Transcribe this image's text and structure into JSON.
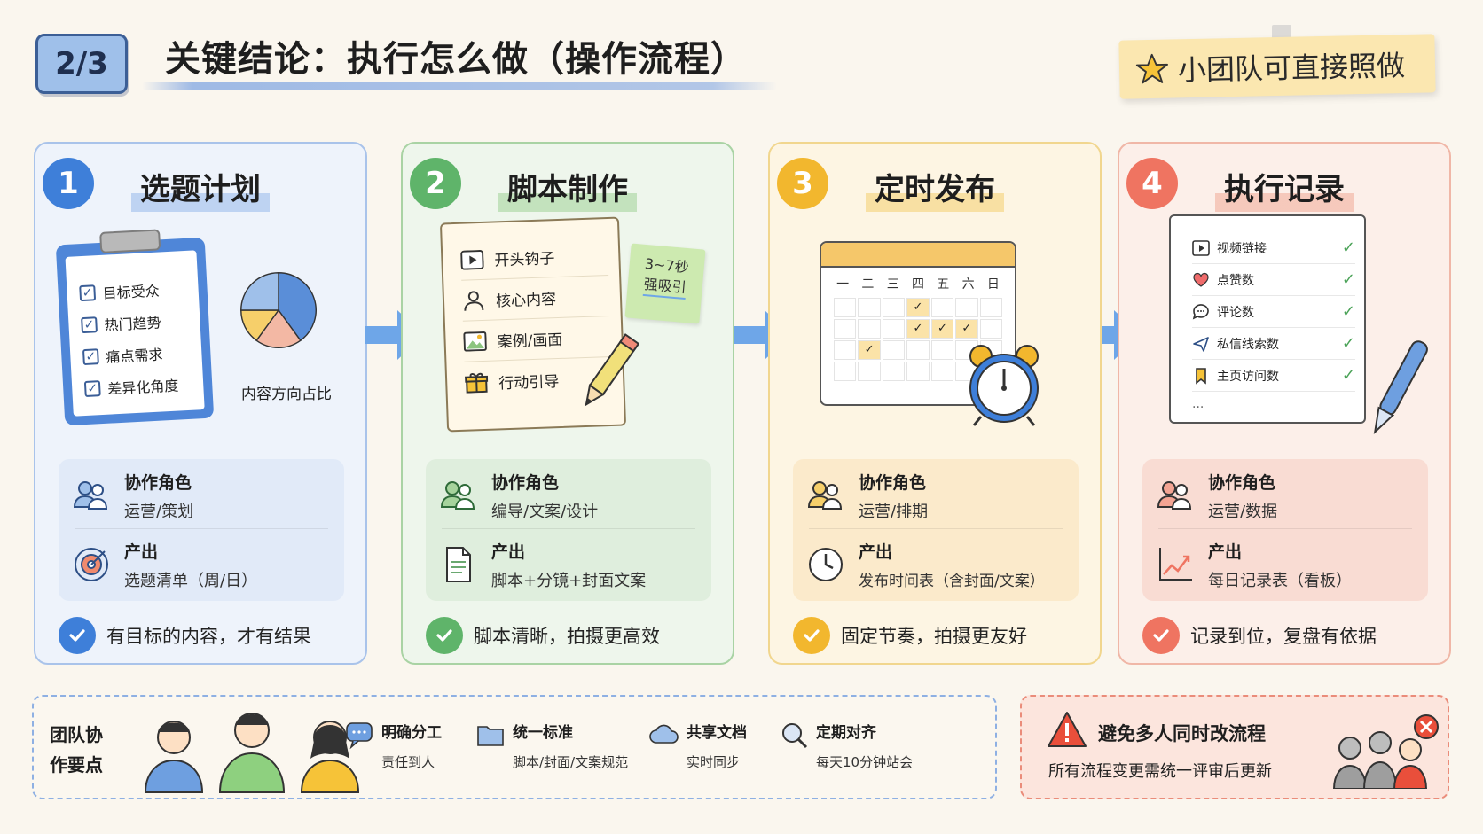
{
  "header": {
    "page_indicator": "2/3",
    "title": "关键结论：执行怎么做（操作流程）",
    "badge_note": "小团队可直接照做"
  },
  "steps": [
    {
      "num": "1",
      "title": "选题计划",
      "illustration": {
        "checklist": [
          "目标受众",
          "热门趋势",
          "痛点需求",
          "差异化角度"
        ],
        "pie_label": "内容方向占比",
        "pie_shares": [
          0.4,
          0.2,
          0.15,
          0.25
        ]
      },
      "role_label": "协作角色",
      "role_value": "运营/策划",
      "output_label": "产出",
      "output_value": "选题清单（周/日）",
      "result": "有目标的内容，才有结果",
      "accent": "#3e7fd9"
    },
    {
      "num": "2",
      "title": "脚本制作",
      "illustration": {
        "script_items": [
          "开头钩子",
          "核心内容",
          "案例/画面",
          "行动引导"
        ],
        "sticky_line1": "3~7秒",
        "sticky_line2": "强吸引"
      },
      "role_label": "协作角色",
      "role_value": "编导/文案/设计",
      "output_label": "产出",
      "output_value": "脚本+分镜+封面文案",
      "result": "脚本清晰，拍摄更高效",
      "accent": "#5fb46a"
    },
    {
      "num": "3",
      "title": "定时发布",
      "illustration": {
        "weekdays": [
          "一",
          "二",
          "三",
          "四",
          "五",
          "六",
          "日"
        ]
      },
      "role_label": "协作角色",
      "role_value": "运营/排期",
      "output_label": "产出",
      "output_value": "发布时间表（含封面/文案）",
      "result": "固定节奏，拍摄更友好",
      "accent": "#f2b72e"
    },
    {
      "num": "4",
      "title": "执行记录",
      "illustration": {
        "log_items": [
          "视频链接",
          "点赞数",
          "评论数",
          "私信线索数",
          "主页访问数"
        ],
        "ellipsis": "..."
      },
      "role_label": "协作角色",
      "role_value": "运营/数据",
      "output_label": "产出",
      "output_value": "每日记录表（看板）",
      "result": "记录到位，复盘有依据",
      "accent": "#ef7461"
    }
  ],
  "team_tips": {
    "title_line1": "团队协",
    "title_line2": "作要点",
    "items": [
      {
        "title": "明确分工",
        "desc": "责任到人",
        "icon": "chat-bubble-icon"
      },
      {
        "title": "统一标准",
        "desc": "脚本/封面/文案规范",
        "icon": "folder-icon"
      },
      {
        "title": "共享文档",
        "desc": "实时同步",
        "icon": "cloud-icon"
      },
      {
        "title": "定期对齐",
        "desc": "每天10分钟站会",
        "icon": "magnifier-icon"
      }
    ]
  },
  "warning": {
    "title": "避免多人同时改流程",
    "desc": "所有流程变更需统一评审后更新"
  },
  "colors": {
    "blue": "#3e7fd9",
    "green": "#5fb46a",
    "yellow": "#f2b72e",
    "red": "#ef7461",
    "arrow": "#6ea6e8"
  }
}
